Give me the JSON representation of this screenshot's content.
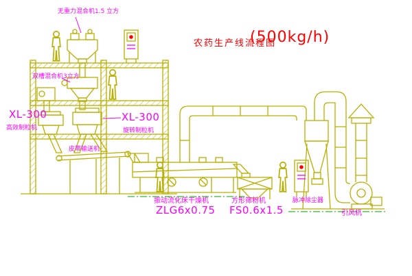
{
  "title": {
    "text": "农药生产线流程图",
    "capacity": "(500kg/h)"
  },
  "labels": {
    "top_mixer": "无重力混合机1.5 立方",
    "second_mixer": "双槽混合机3立方",
    "left_granulator_model": "XL-300",
    "left_granulator_name": "高效制粒机",
    "center_granulator_model": "XL-300",
    "center_granulator_name": "旋转制粒机",
    "belt_conveyor": "皮带输送机",
    "dryer_name": "振动流化床干燥机",
    "dryer_model": "ZLG6x0.75",
    "sieve_name": "方形筛粉机",
    "sieve_model": "FS0.6x1.5",
    "dust_collector": "脉冲除尘器",
    "fan": "引风机"
  },
  "colors": {
    "linework": "#b8b000",
    "label_magenta": "#ff00ff",
    "title_red": "#ff0000",
    "centerline_green": "#00a000",
    "indicator_red": "#ff0000",
    "background": "#ffffff"
  }
}
